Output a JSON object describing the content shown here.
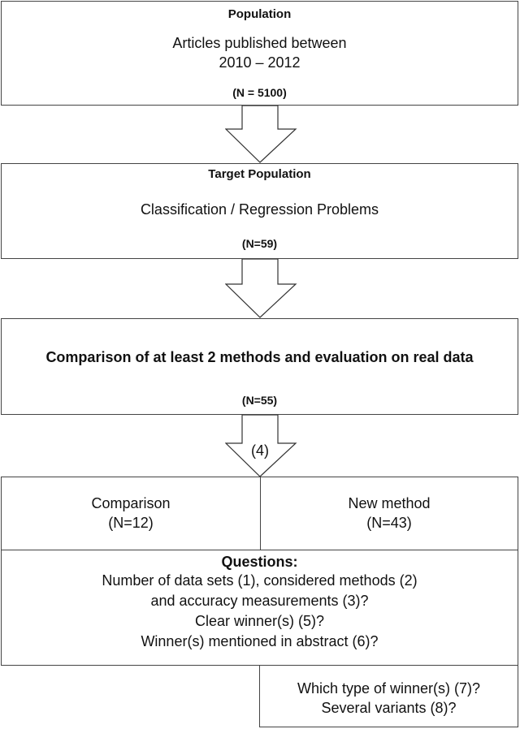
{
  "boxes": {
    "population": {
      "title": "Population",
      "line1": "Articles published between",
      "line2": "2010 – 2012",
      "count": "(N = 5100)"
    },
    "target": {
      "title": "Target Population",
      "line1": "Classification / Regression Problems",
      "count": "(N=59)"
    },
    "comparison_eval": {
      "title": "Comparison of at least 2 methods and evaluation on real data",
      "count": "(N=55)"
    },
    "split": {
      "left_label": "Comparison",
      "left_count": "(N=12)",
      "right_label": "New method",
      "right_count": "(N=43)"
    },
    "questions": {
      "title": "Questions:",
      "line1": "Number of data sets (1), considered methods (2)",
      "line2": "and accuracy measurements (3)?",
      "line3": "Clear winner(s) (5)?",
      "line4": "Winner(s) mentioned in abstract (6)?"
    },
    "extra": {
      "line1": "Which type of winner(s) (7)?",
      "line2": "Several variants (8)?"
    }
  },
  "arrows": {
    "arrow3_label": "(4)"
  }
}
